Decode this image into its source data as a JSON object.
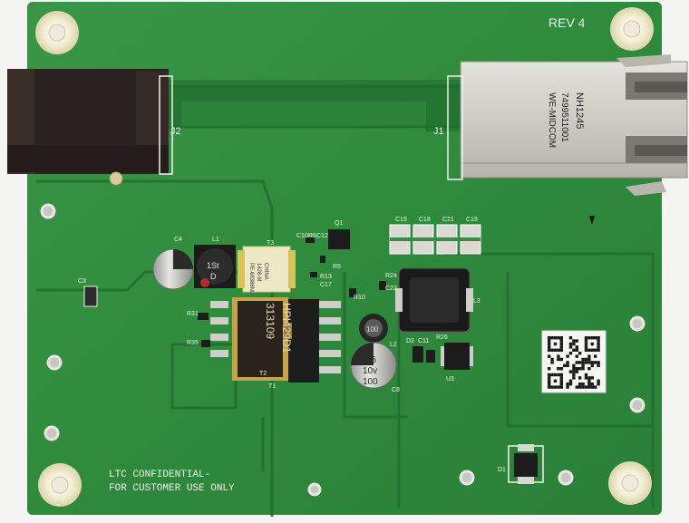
{
  "board": {
    "revision": "REV 4",
    "confidential_line1": "LTC CONFIDENTIAL-",
    "confidential_line2": "FOR CUSTOMER USE ONLY"
  },
  "connectors": {
    "j1_label": "J1",
    "j2_label": "J2",
    "jack_brand": "WE-MIDCOM",
    "jack_part": "7499511001",
    "jack_code": "NH1245"
  },
  "components": {
    "c4": "C4",
    "l1": "L1",
    "l1_marking_top": "1St",
    "l1_marking_bottom": "D",
    "t3": "T3",
    "t3_marking_1": "PE-68386NL",
    "t3_marking_2": "1428-M",
    "t3_marking_3": "CHINA",
    "t2": "T2",
    "t2_marking_1": "313109",
    "t2_marking_2": "HPI429D1",
    "t1": "T1",
    "q1": "Q1",
    "c10": "C10",
    "r6": "R6",
    "c12": "C12",
    "r5": "R5",
    "r13": "R13",
    "c17": "C17",
    "r10": "R10",
    "r24": "R24",
    "c22": "C22",
    "r31": "R31",
    "r35": "R35",
    "c15": "C15",
    "c18": "C18",
    "c21": "C21",
    "c19": "C19",
    "l3": "L3",
    "l2": "L2",
    "l2_marking": "100",
    "c8": "C8",
    "c8_marking_1": "45",
    "c8_marking_2": "10v",
    "c8_marking_3": "100",
    "d2": "D2",
    "c11": "C11",
    "r26": "R26",
    "u3": "U3",
    "d1": "D1",
    "c3": "C3"
  },
  "colors": {
    "pcb_green": "#2f8a3c",
    "pcb_dark": "#1f6a2c",
    "silkscreen": "#f2f2ee",
    "pad_tin": "#c8c9c4",
    "connector_black": "#2a2220",
    "connector_silver": "#c9c7c2"
  }
}
